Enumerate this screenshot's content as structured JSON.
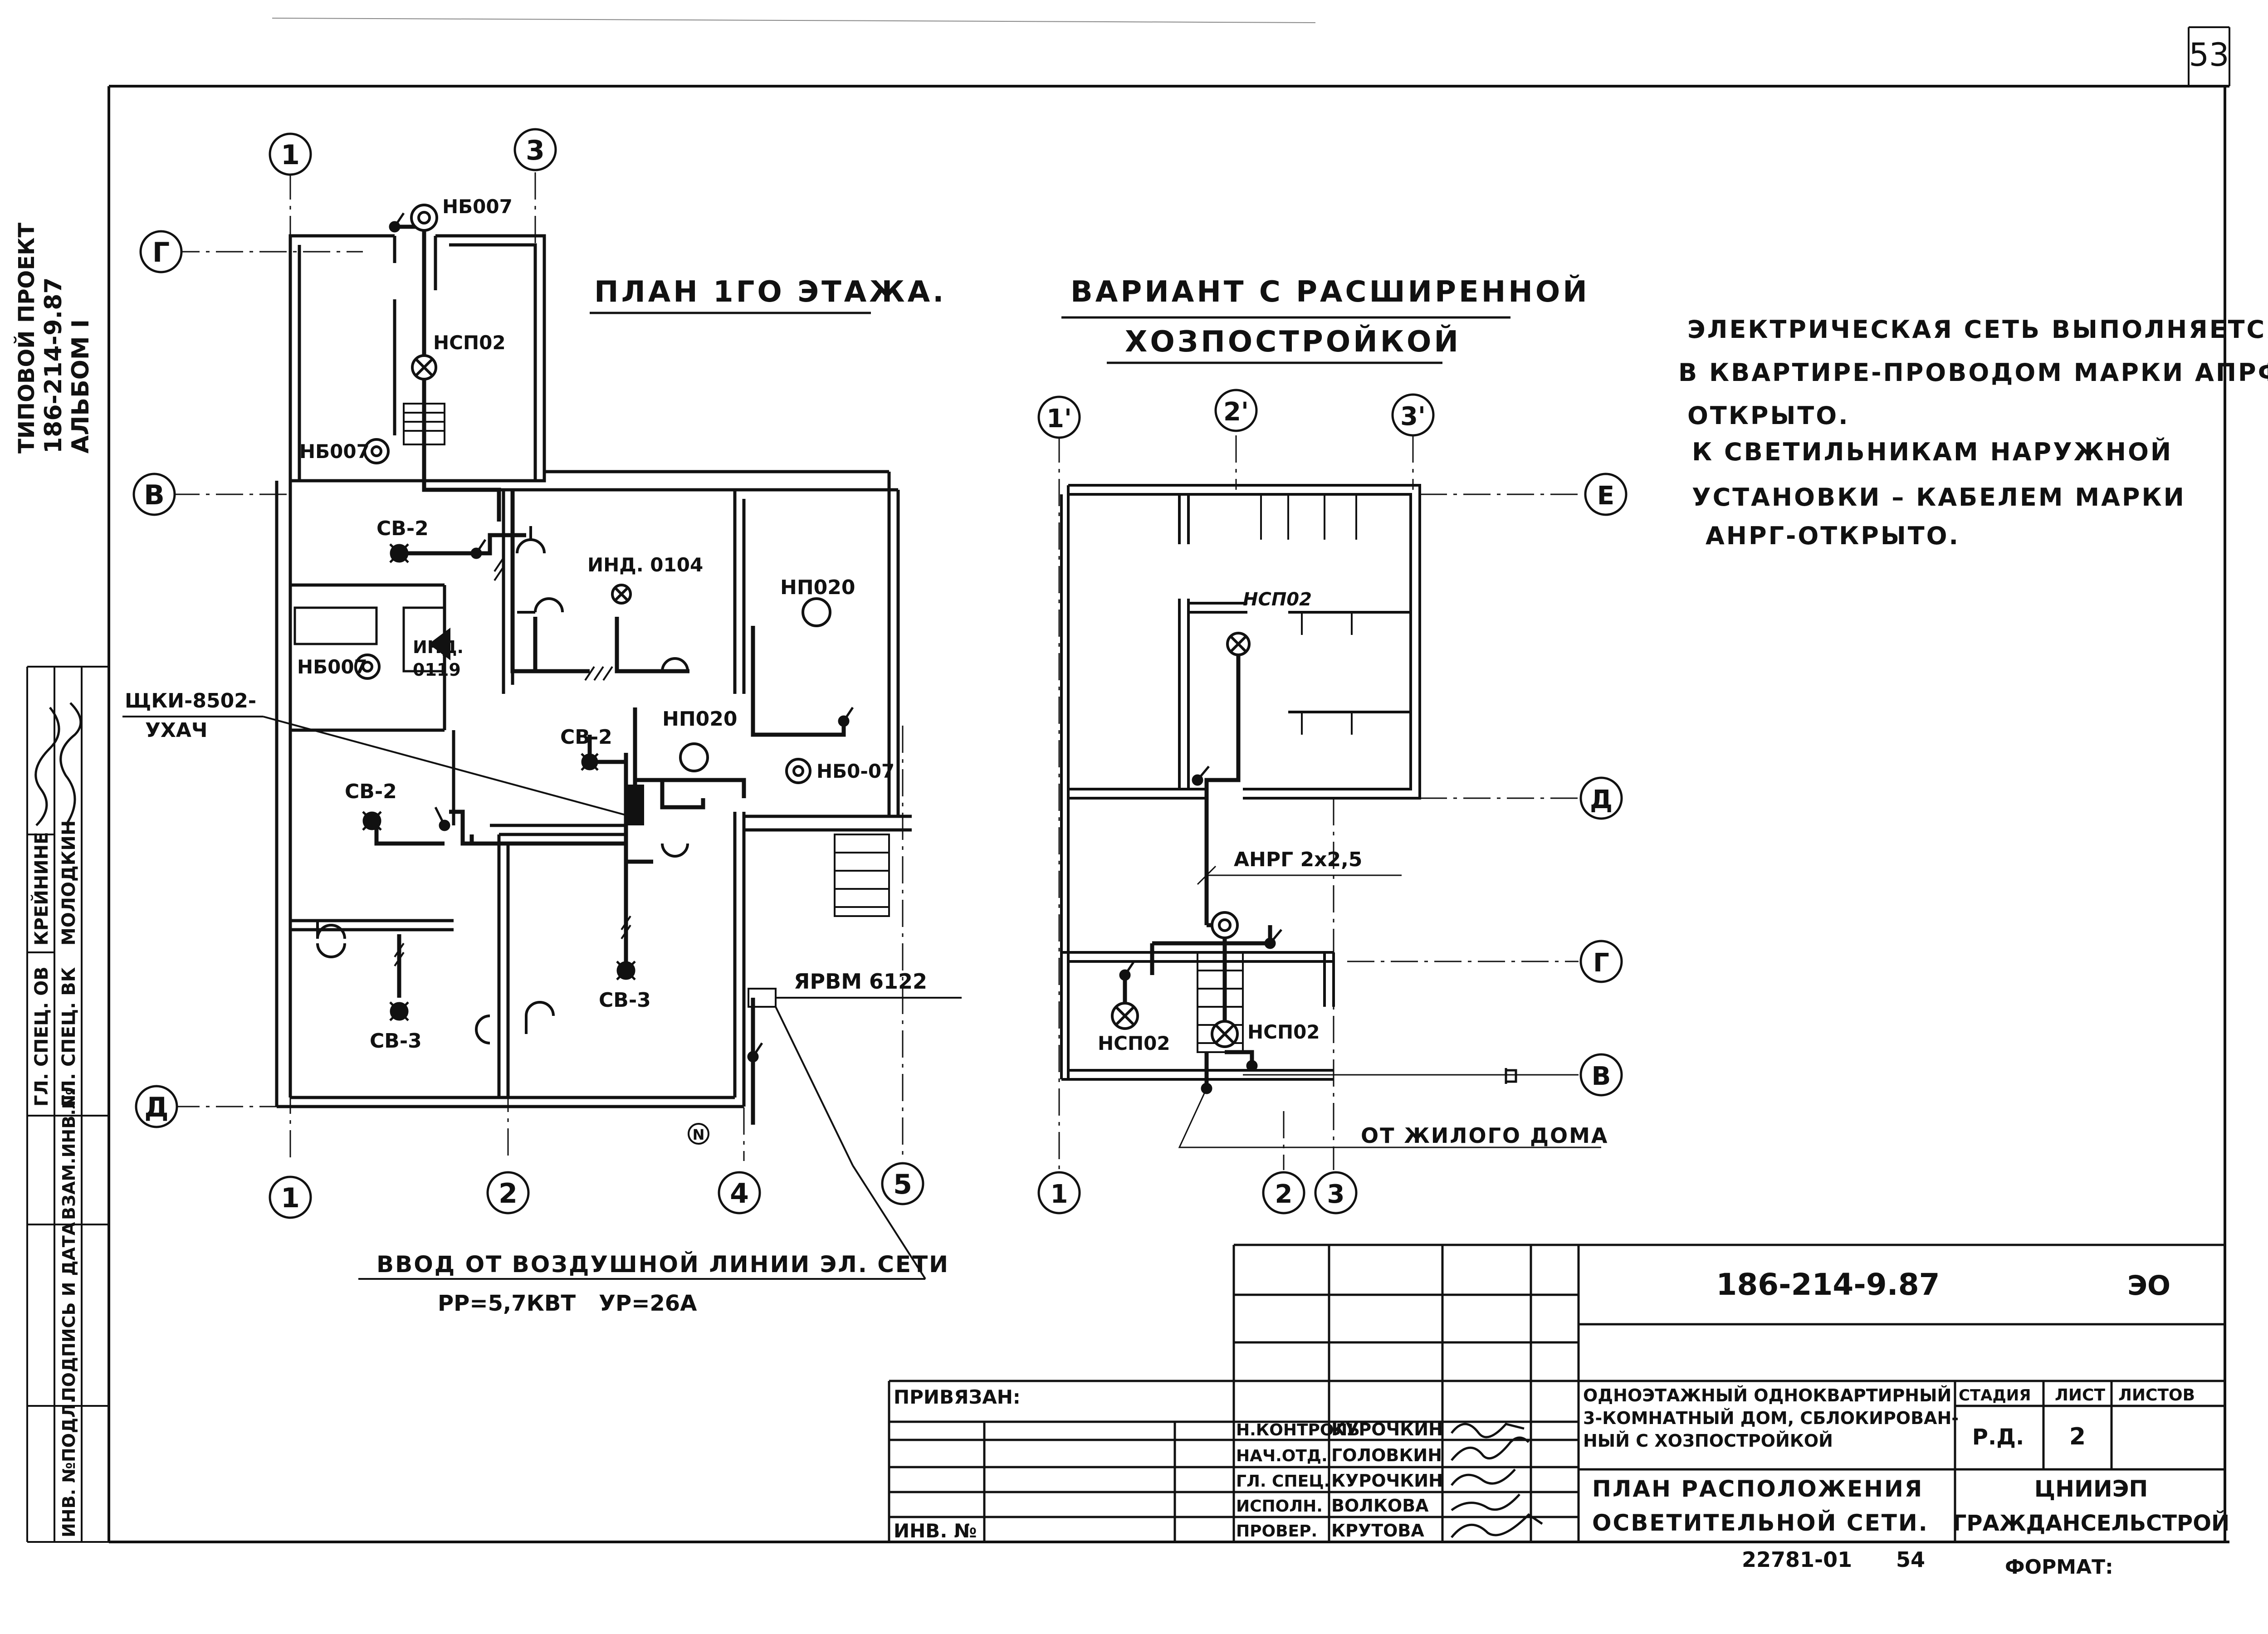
{
  "sheet": {
    "page_number": "53",
    "side_stamp": {
      "line1": "ТИПОВОЙ ПРОЕКТ",
      "line2": "186-214-9.87",
      "line3": "АЛЬБОМ I"
    },
    "approvals": [
      {
        "role": "ГЛ. СПЕЦ. ОВ",
        "name": "КРЕЙНИНЕ"
      },
      {
        "role": "ГЛ. СПЕЦ. ВК",
        "name": "МОЛОДКИН"
      }
    ],
    "binding_labels": [
      "ВЗАМ.ИНВ.№",
      "ПОДПИСЬ И ДАТА",
      "ИНВ. №ПОДЛ."
    ]
  },
  "plan": {
    "title": "ПЛАН 1ГО ЭТАЖА.",
    "axes_vertical": [
      "1",
      "3",
      "1",
      "2",
      "4",
      "5"
    ],
    "axes_horizontal": [
      "Г",
      "В",
      "Д"
    ],
    "labels": {
      "nb1": "НБ007",
      "nsp": "НСП02",
      "nb2": "НБ007",
      "nb3": "НБ007",
      "sv1": "СВ-2",
      "sv2": "СВ-2",
      "sv3": "СВ-2",
      "sv4": "СВ-3",
      "sv5": "СВ-3",
      "ind1": "ИНД. 0104",
      "ind2a": "ИНД.",
      "ind2b": "0119",
      "np1": "НП020",
      "np2": "НП020",
      "nb4": "НБ0-07",
      "shk1": "ЩКИ-8502-",
      "shk2": "УХАЧ",
      "yarvm": "ЯРВМ 6122",
      "n_mark": "N"
    },
    "input_line": "ВВОД ОТ ВОЗДУШНОЙ ЛИНИИ ЭЛ. СЕТИ",
    "power": "РР=5,7КВТ",
    "current": "УР=26А"
  },
  "variant": {
    "title1": "ВАРИАНТ С РАСШИРЕННОЙ",
    "title2": "ХОЗПОСТРОЙКОЙ",
    "axes_top": [
      "1'",
      "2'",
      "3'"
    ],
    "axes_bottom": [
      "1",
      "2",
      "3"
    ],
    "axes_right": [
      "Е",
      "Д",
      "Г",
      "В"
    ],
    "labels": {
      "nsp1": "НСП02",
      "nsp2": "НСП02",
      "nsp3": "НСП02"
    },
    "cable": "АНРГ 2х2,5",
    "from_house": "ОТ ЖИЛОГО ДОМА"
  },
  "note": {
    "lines": [
      "ЭЛЕКТРИЧЕСКАЯ СЕТЬ ВЫПОЛНЯЕТСЯ:",
      "В КВАРТИРЕ-ПРОВОДОМ МАРКИ АПРФ-",
      "ОТКРЫТО.",
      "К СВЕТИЛЬНИКАМ НАРУЖНОЙ",
      "УСТАНОВКИ – КАБЕЛЕМ МАРКИ",
      "АНРГ-ОТКРЫТО."
    ]
  },
  "title_block": {
    "code": "186-214-9.87",
    "section": "ЭО",
    "privyazan": "ПРИВЯЗАН:",
    "inv": "ИНВ. №",
    "staff": [
      {
        "role": "Н.КОНТРОЛЬ",
        "name": "КУРОЧКИН"
      },
      {
        "role": "НАЧ.ОТД.",
        "name": "ГОЛОВКИН"
      },
      {
        "role": "ГЛ. СПЕЦ.",
        "name": "КУРОЧКИН"
      },
      {
        "role": "ИСПОЛН.",
        "name": "ВОЛКОВА"
      },
      {
        "role": "ПРОВЕР.",
        "name": "КРУТОВА"
      }
    ],
    "project_desc": [
      "ОДНОЭТАЖНЫЙ ОДНОКВАРТИРНЫЙ",
      "3-КОМНАТНЫЙ ДОМ, СБЛОКИРОВАН-",
      "НЫЙ С ХОЗПОСТРОЙКОЙ"
    ],
    "stage_header": "СТАДИЯ",
    "sheet_header": "ЛИСТ",
    "sheets_header": "ЛИСТОВ",
    "stage": "Р.Д.",
    "sheet_no": "2",
    "drawing_title": [
      "ПЛАН РАСПОЛОЖЕНИЯ",
      "ОСВЕТИТЕЛЬНОЙ СЕТИ."
    ],
    "org": [
      "ЦНИИЭП",
      "ГРАЖДАНСЕЛЬСТРОЙ"
    ],
    "archive_no": "22781-01",
    "archive_sheet": "54",
    "format_label": "ФОРМАТ:"
  }
}
